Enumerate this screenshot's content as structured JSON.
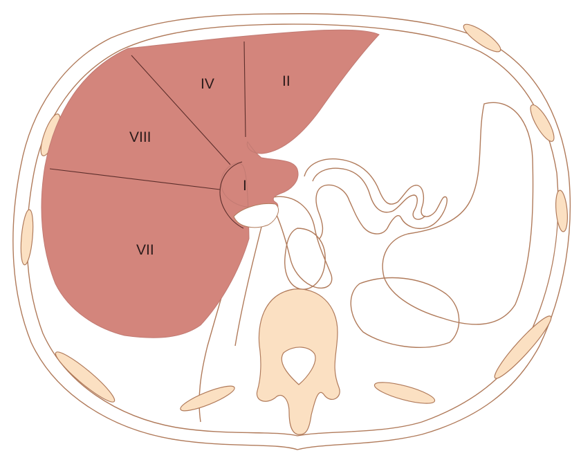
{
  "segments": {
    "iv": "IV",
    "ii": "II",
    "viii": "VIII",
    "i": "I",
    "vii": "VII"
  },
  "colors": {
    "liver": "#d3857c",
    "bone": "#fbe0c2",
    "outline": "#b07a5a",
    "segment_line": "#5a2d2a",
    "background": "#ffffff"
  }
}
